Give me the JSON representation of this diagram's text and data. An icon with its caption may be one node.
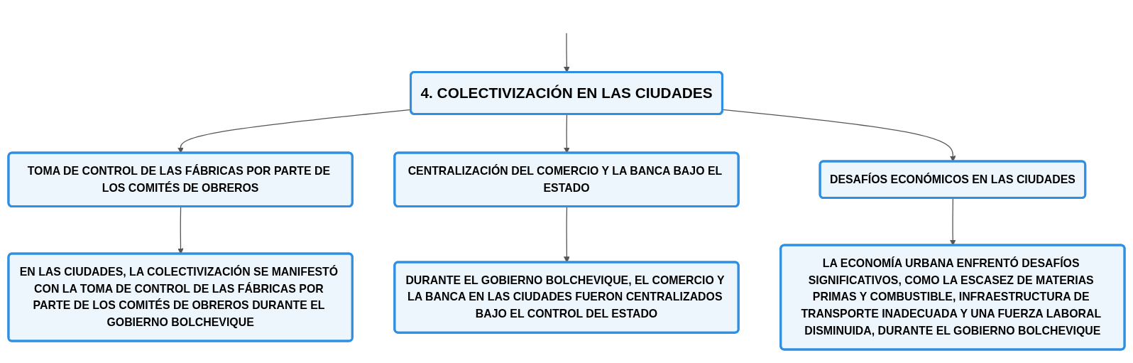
{
  "diagram": {
    "nodes": [
      {
        "text": [
          "4. COLECTIVIZACIÓN EN LAS CIUDADES"
        ]
      },
      {
        "text": [
          "TOMA DE CONTROL DE LAS FÁBRICAS POR PARTE DE LOS COMITÉS DE OBREROS"
        ]
      },
      {
        "text": [
          "CENTRALIZACIÓN DEL COMERCIO Y LA BANCA BAJO EL ESTADO"
        ]
      },
      {
        "text": [
          "DESAFÍOS ECONÓMICOS EN LAS CIUDADES"
        ]
      },
      {
        "text": [
          "EN LAS CIUDADES, LA COLECTIVIZACIÓN SE MANIFESTÓ CON LA TOMA DE CONTROL DE LAS FÁBRICAS POR PARTE DE LOS COMITÉS DE OBREROS DURANTE EL GOBIERNO BOLCHEVIQUE"
        ]
      },
      {
        "text": [
          "DURANTE EL GOBIERNO BOLCHEVIQUE, EL COMERCIO Y LA BANCA EN LAS CIUDADES FUERON CENTRALIZADOS BAJO EL CONTROL DEL ESTADO"
        ]
      },
      {
        "text": [
          "LA ECONOMÍA URBANA ENFRENTÓ DESAFÍOS SIGNIFICATIVOS, COMO LA ESCASEZ DE MATERIAS PRIMAS Y COMBUSTIBLE, INFRAESTRUCTURA DE TRANSPORTE INADECUADA Y UNA FUERZA LABORAL DISMINUIDA, DURANTE EL GOBIERNO BOLCHEVIQUE"
        ]
      }
    ],
    "edges": [
      {
        "from": null,
        "to": 0,
        "arrow": "to"
      },
      {
        "from": 0,
        "to": 1,
        "arrow": "to"
      },
      {
        "from": 0,
        "to": 2,
        "arrow": "to"
      },
      {
        "from": 0,
        "to": 3,
        "arrow": "to"
      },
      {
        "from": 1,
        "to": 4,
        "arrow": "to"
      },
      {
        "from": 2,
        "to": 5,
        "arrow": "to"
      },
      {
        "from": 3,
        "to": 6,
        "arrow": "to"
      }
    ]
  }
}
